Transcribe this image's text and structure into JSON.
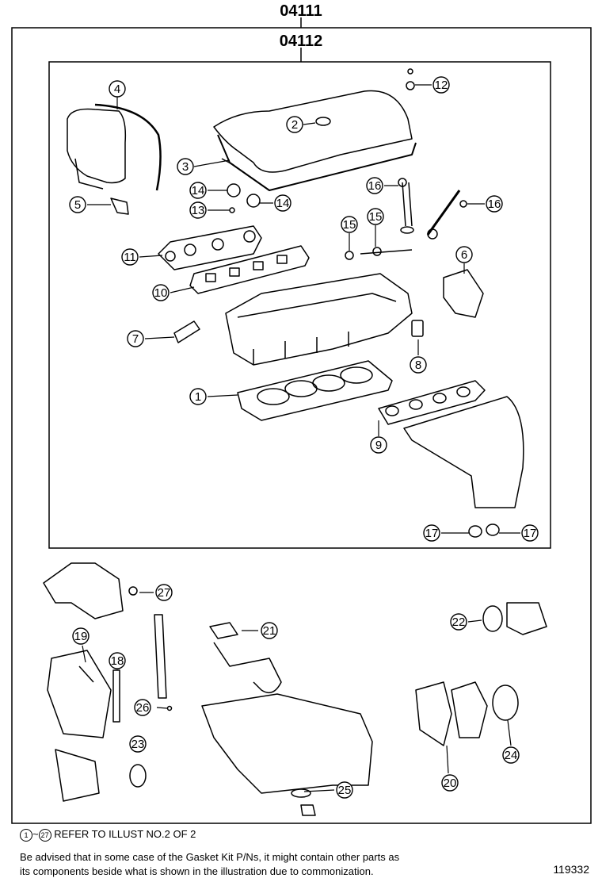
{
  "kits": {
    "outer_code": "04111",
    "inner_code": "04112"
  },
  "callouts": [
    {
      "num": "1"
    },
    {
      "num": "2"
    },
    {
      "num": "3"
    },
    {
      "num": "4"
    },
    {
      "num": "5"
    },
    {
      "num": "6"
    },
    {
      "num": "7"
    },
    {
      "num": "8"
    },
    {
      "num": "9"
    },
    {
      "num": "10"
    },
    {
      "num": "11"
    },
    {
      "num": "12"
    },
    {
      "num": "13"
    },
    {
      "num": "14"
    },
    {
      "num": "14"
    },
    {
      "num": "15"
    },
    {
      "num": "15"
    },
    {
      "num": "16"
    },
    {
      "num": "16"
    },
    {
      "num": "17"
    },
    {
      "num": "17"
    },
    {
      "num": "18"
    },
    {
      "num": "19"
    },
    {
      "num": "20"
    },
    {
      "num": "21"
    },
    {
      "num": "22"
    },
    {
      "num": "23"
    },
    {
      "num": "24"
    },
    {
      "num": "25"
    },
    {
      "num": "26"
    },
    {
      "num": "27"
    }
  ],
  "footer": {
    "legend_from": "1",
    "legend_tilde": "~",
    "legend_to": "27",
    "legend_text": "REFER TO ILLUST NO.2 OF 2",
    "note_line1": "Be advised that in some case of the Gasket Kit P/Ns,  it might contain other parts as",
    "note_line2": "its components beside what is shown in the illustration due to commonization.",
    "illustration_number": "119332"
  }
}
